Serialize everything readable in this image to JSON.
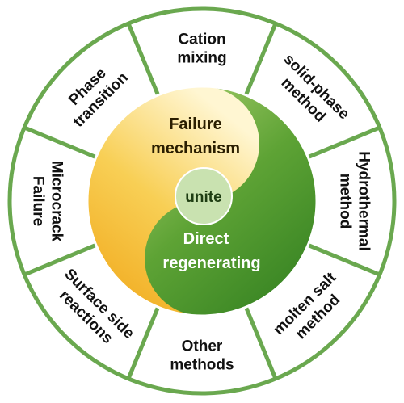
{
  "colors": {
    "ring": "#6aa84f",
    "yellow_dark": "#f0a516",
    "yellow_light": "#fff6d2",
    "green_dark": "#2f7d1f",
    "green_light": "#a9cf6e",
    "hub_fill": "#c9e2b0",
    "text_dark": "#111111",
    "text_title": "#2a1e00",
    "text_light": "#ffffff"
  },
  "segments": [
    {
      "id": "cation-mixing",
      "lines": [
        "Cation",
        "mixing"
      ]
    },
    {
      "id": "solid-phase",
      "lines": [
        "solid-phase",
        "method"
      ]
    },
    {
      "id": "hydrothermal",
      "lines": [
        "Hydrothermal",
        "method"
      ]
    },
    {
      "id": "molten-salt",
      "lines": [
        "molten salt",
        "method"
      ]
    },
    {
      "id": "other-methods",
      "lines": [
        "Other",
        "methods"
      ]
    },
    {
      "id": "surface-side",
      "lines": [
        "Surface side",
        "reactions"
      ]
    },
    {
      "id": "microcrack",
      "lines": [
        "Microcrack",
        "Failure"
      ]
    },
    {
      "id": "phase-transition",
      "lines": [
        "Phase",
        "transition"
      ]
    }
  ],
  "center": {
    "top_lines": [
      "Failure",
      "mechanism"
    ],
    "bottom_lines": [
      "Direct",
      "regenerating"
    ],
    "hub": "unite"
  }
}
